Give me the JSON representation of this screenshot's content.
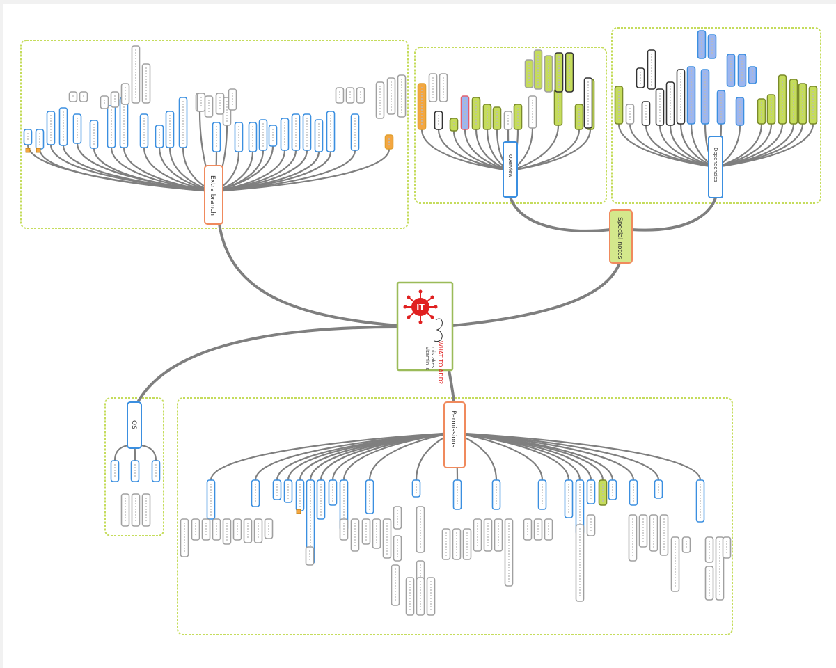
{
  "central": {
    "caption_line1": "vitamin is",
    "caption_line2": "mistakes",
    "caption_red": "WHAT TO ADD?",
    "icon": "virus-logo-icon",
    "colors": {
      "logo_red": "#e02020",
      "border": "#9bbb59"
    }
  },
  "branches": [
    {
      "id": "b1",
      "label": "Extra branch",
      "border": "#f08a5d"
    },
    {
      "id": "b2",
      "label": "Special notes",
      "border": "#f08a5d",
      "fill": "#d4e88c"
    },
    {
      "id": "b3",
      "label": "Permissions",
      "border": "#f08a5d"
    },
    {
      "id": "b4",
      "label": "OS",
      "border": "#3b8fe0"
    }
  ],
  "subtopics": {
    "b2_left": "Overview",
    "b2_right": "Dependencies"
  },
  "colors": {
    "connector": "#7f7f7f",
    "group_border": "#c5dc5c",
    "blue_node": "#3b8fe0",
    "green_node": "#c5dc5c",
    "gray_node": "#a0a0a0",
    "blue_fill": "#9db6ef",
    "orange_fill": "#f4a640"
  }
}
